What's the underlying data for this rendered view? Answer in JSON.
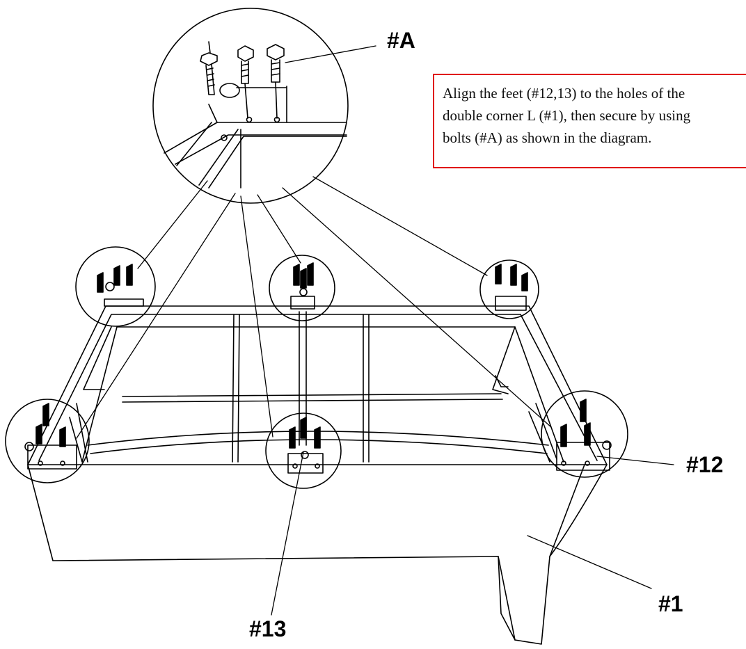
{
  "callouts": {
    "hardware": "#A",
    "foot_corner": "#12",
    "frame": "#1",
    "foot_center": "#13"
  },
  "instruction": {
    "text": "Align the feet (#12,13) to the holes of the\ndouble corner L (#1), then secure by using\nbolts (#A) as shown in the diagram."
  },
  "colors": {
    "line": "#000000",
    "note_border": "#e00000",
    "background": "#ffffff"
  }
}
